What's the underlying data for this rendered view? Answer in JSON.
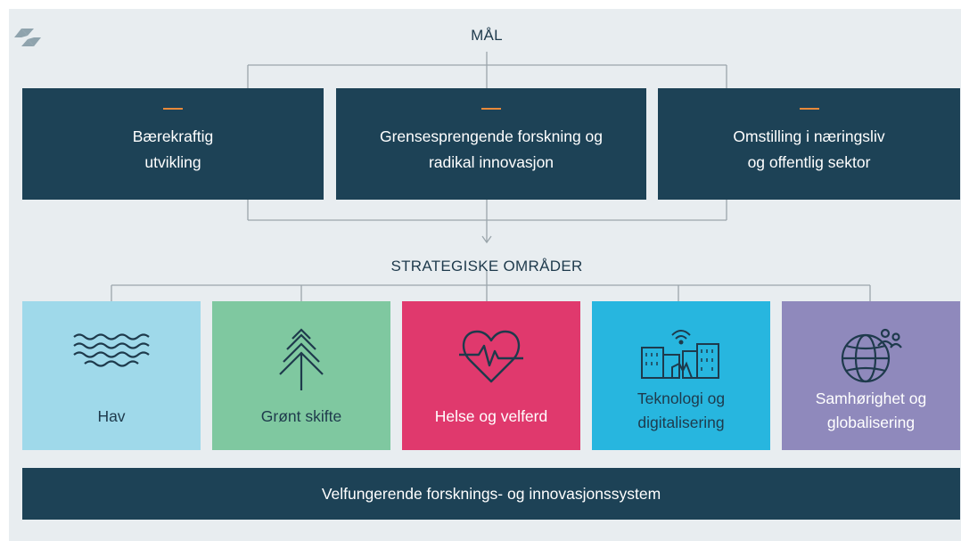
{
  "logo": {
    "icon": "organization-logo"
  },
  "goals": {
    "title": "MÅL",
    "items": [
      {
        "label": "Bærekraftig\nutvikling"
      },
      {
        "label": "Grensesprengende forskning og\nradikal innovasjon"
      },
      {
        "label": "Omstilling i næringsliv\nog offentlig sektor"
      }
    ],
    "accent_color": "#e8893a",
    "box_color": "#1d4256"
  },
  "strategic": {
    "title": "STRATEGISKE OMRÅDER",
    "areas": [
      {
        "label": "Hav",
        "icon": "waves-icon",
        "color": "#9fd9ea",
        "text_color": "#1e3a4c"
      },
      {
        "label": "Grønt skifte",
        "icon": "tree-icon",
        "color": "#7fc8a0",
        "text_color": "#1e3a4c"
      },
      {
        "label": "Helse og velferd",
        "icon": "heartbeat-icon",
        "color": "#e0396d",
        "text_color": "#ffffff"
      },
      {
        "label": "Teknologi og\ndigitalisering",
        "icon": "smart-city-icon",
        "color": "#27b6df",
        "text_color": "#1e3a4c"
      },
      {
        "label": "Samhørighet og\nglobalisering",
        "icon": "globe-people-icon",
        "color": "#8f89bc",
        "text_color": "#ffffff"
      }
    ]
  },
  "foundation": {
    "label": "Velfungerende forsknings- og innovasjonssystem"
  }
}
